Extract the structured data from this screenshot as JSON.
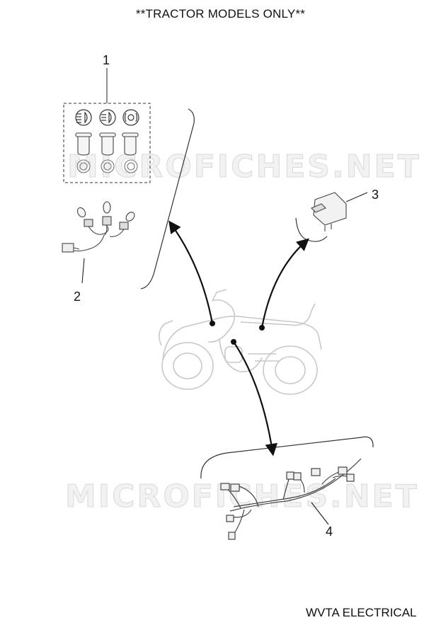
{
  "header": {
    "title": "**TRACTOR MODELS ONLY**"
  },
  "footer": {
    "label": "WVTA ELECTRICAL"
  },
  "watermarks": [
    "MICROFICHES.NET",
    "MICROFICHES.NET"
  ],
  "callouts": [
    "1",
    "2",
    "3",
    "4"
  ],
  "parts": [
    {
      "ref": "1",
      "name": "bulb-kit"
    },
    {
      "ref": "2",
      "name": "headlight-wire-harness"
    },
    {
      "ref": "3",
      "name": "relay"
    },
    {
      "ref": "4",
      "name": "main-wire-harness"
    }
  ]
}
